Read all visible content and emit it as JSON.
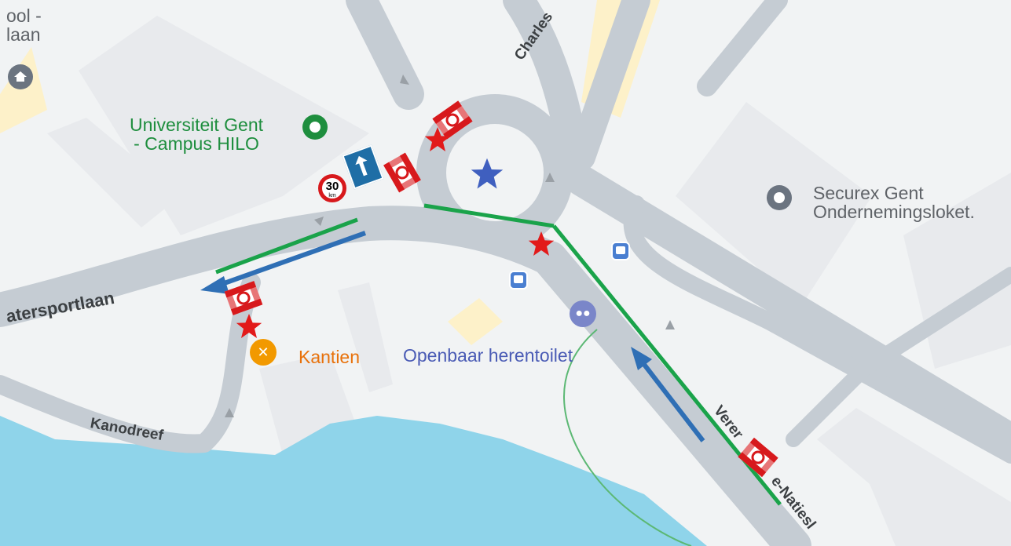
{
  "map": {
    "labels": {
      "top_left_partial_line1": "ool -",
      "top_left_partial_line2": "laan",
      "university_line1": "Universiteit Gent",
      "university_line2": "- Campus HILO",
      "securex_line1": "Securex Gent",
      "securex_line2": "Ondernemingsloket.",
      "kantien": "Kantien",
      "toilet": "Openbaar herentoilet",
      "watersport": "atersportlaan",
      "kanodreef": "Kanodreef",
      "charles": "Charles",
      "verenigde": "Verer",
      "naties": "e-Natiesl"
    },
    "signs": {
      "speed_limit": "30",
      "speed_unit": "km"
    },
    "icons": {
      "university_pin": "green-place-pin-icon",
      "school": "graduation-cap-icon",
      "office": "grey-place-pin-icon",
      "restaurant": "fork-knife-icon",
      "toilet": "restroom-icon",
      "bus": "bus-stop-icon",
      "one_way": "one-way-sign-icon",
      "speed": "speed-limit-sign-icon",
      "crossing": "pedestrian-crossing-icon",
      "accident": "red-star-icon",
      "center": "blue-star-icon"
    },
    "colors": {
      "background": "#f1f3f4",
      "road": "#c5ccd3",
      "water": "#8fd4ea",
      "route": "#1aa34a",
      "direction": "#2f6fb5",
      "accident_star": "#e21a1a",
      "center_star": "#3f5fbf"
    }
  }
}
